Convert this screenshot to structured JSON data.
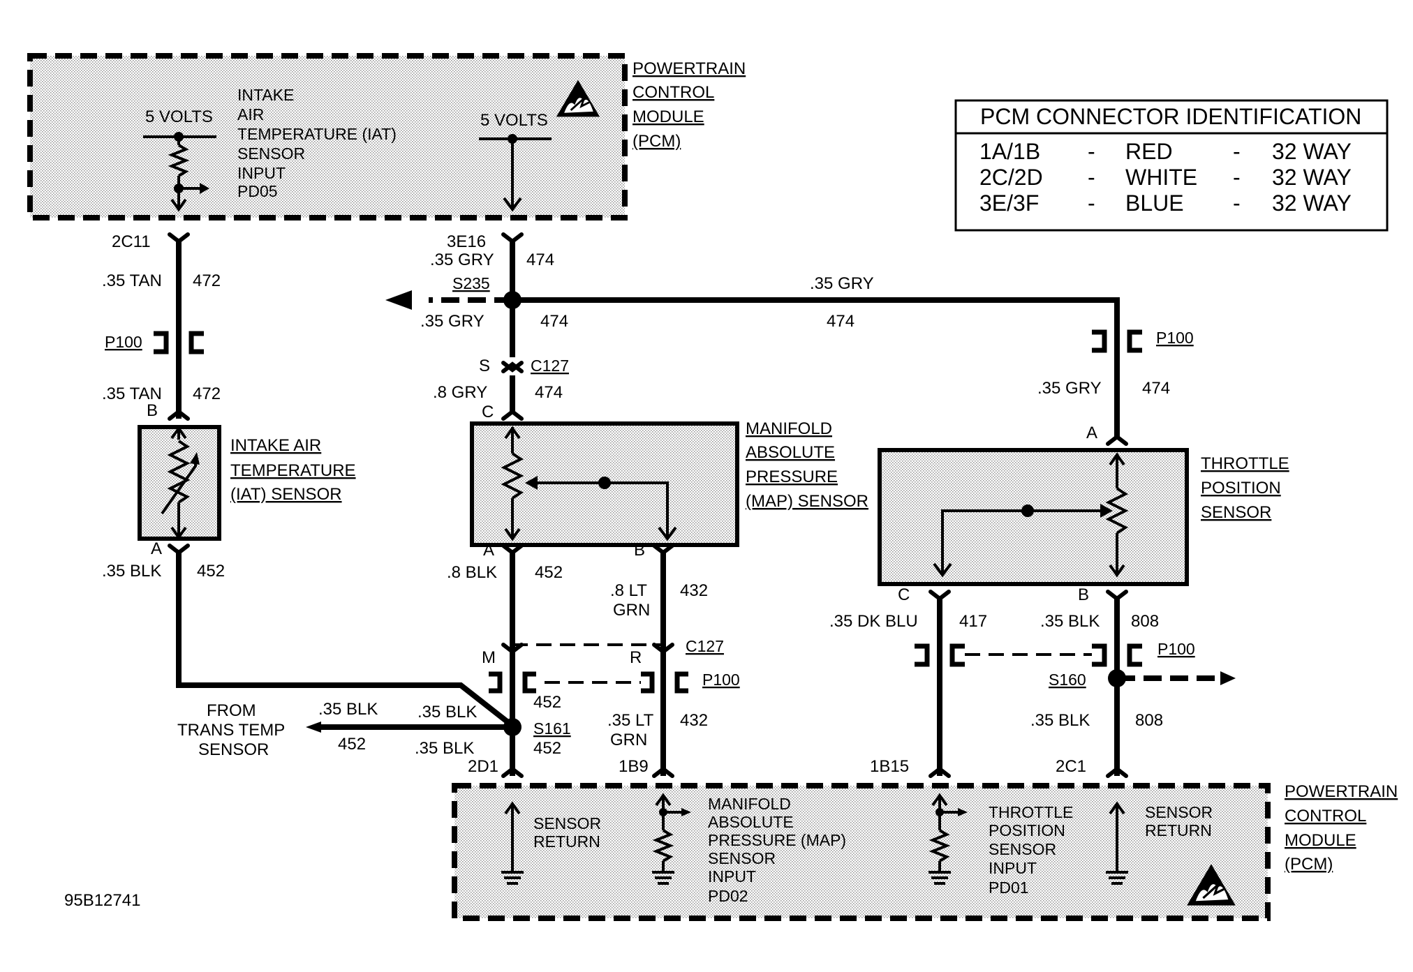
{
  "figure_id": "95B12741",
  "pcm_top": {
    "title": [
      "POWERTRAIN",
      "CONTROL",
      "MODULE",
      "(PCM)"
    ],
    "left_volts": "5 VOLTS",
    "iat_input": [
      "INTAKE",
      "AIR",
      "TEMPERATURE (IAT)",
      "SENSOR",
      "INPUT",
      "PD05"
    ],
    "right_volts": "5 VOLTS"
  },
  "pcm_bottom": {
    "title": [
      "POWERTRAIN",
      "CONTROL",
      "MODULE",
      "(PCM)"
    ],
    "sensor_return_left": [
      "SENSOR",
      "RETURN"
    ],
    "map_input": [
      "MANIFOLD",
      "ABSOLUTE",
      "PRESSURE (MAP)",
      "SENSOR",
      "INPUT",
      "PD02"
    ],
    "tp_input": [
      "THROTTLE",
      "POSITION",
      "SENSOR",
      "INPUT",
      "PD01"
    ],
    "sensor_return_right": [
      "SENSOR",
      "RETURN"
    ]
  },
  "table": {
    "title": "PCM CONNECTOR IDENTIFICATION",
    "rows": [
      [
        "1A/1B",
        "-",
        "RED",
        "-",
        "32 WAY"
      ],
      [
        "2C/2D",
        "-",
        "WHITE",
        "-",
        "32 WAY"
      ],
      [
        "3E/3F",
        "-",
        "BLUE",
        "-",
        "32 WAY"
      ]
    ]
  },
  "sensors": {
    "iat": [
      "INTAKE AIR",
      "TEMPERATURE",
      "(IAT) SENSOR"
    ],
    "map": [
      "MANIFOLD",
      "ABSOLUTE",
      "PRESSURE",
      "(MAP) SENSOR"
    ],
    "tps": [
      "THROTTLE",
      "POSITION",
      "SENSOR"
    ]
  },
  "labels": {
    "pin_2c11": "2C11",
    "tan_472_top": ".35 TAN",
    "num_472_top": "472",
    "p100_left": "P100",
    "tan_472_low": ".35 TAN",
    "num_472_low": "472",
    "pin_b_iat": "B",
    "pin_a_iat": "A",
    "blk_452_iat": ".35 BLK",
    "num_452_iat": "452",
    "pin_3e16": "3E16",
    "gry_3e16": ".35 GRY",
    "num_474_top": "474",
    "s235": "S235",
    "gry_s235": ".35 GRY",
    "num_474_s235": "474",
    "gry_top_right": ".35 GRY",
    "num_474_mid": "474",
    "pin_s_c127": "S",
    "c127_top": "C127",
    "gry_8": ".8 GRY",
    "num_474_map": "474",
    "pin_c_map": "C",
    "pin_a_map": "A",
    "pin_b_map": "B",
    "blk_8": ".8 BLK",
    "num_452_map": "452",
    "ltgrn_8": ".8  LT",
    "ltgrn_8b": "GRN",
    "num_432_map": "432",
    "pin_m": "M",
    "pin_r": "R",
    "c127_bot": "C127",
    "p100_mid": "P100",
    "num_452_s161_up": "452",
    "from_trans": [
      "FROM",
      "TRANS TEMP",
      "SENSOR"
    ],
    "blk_trans": ".35 BLK",
    "num_452_trans": "452",
    "blk_s161_a": ".35 BLK",
    "blk_s161_b": ".35 BLK",
    "s161": "S161",
    "num_452_s161": "452",
    "ltgrn_35": ".35 LT",
    "ltgrn_35b": "GRN",
    "num_432_low": "432",
    "pin_2d1": "2D1",
    "pin_1b9": "1B9",
    "p100_right": "P100",
    "gry_tps": ".35 GRY",
    "num_474_tps": "474",
    "pin_a_tps": "A",
    "pin_c_tps": "C",
    "pin_b_tps": "B",
    "dkblu": ".35 DK BLU",
    "num_417": "417",
    "blk_808": ".35 BLK",
    "num_808": "808",
    "p100_low": "P100",
    "s160": "S160",
    "blk_808_low": ".35 BLK",
    "num_808_low": "808",
    "pin_1b15": "1B15",
    "pin_2c1": "2C1"
  }
}
